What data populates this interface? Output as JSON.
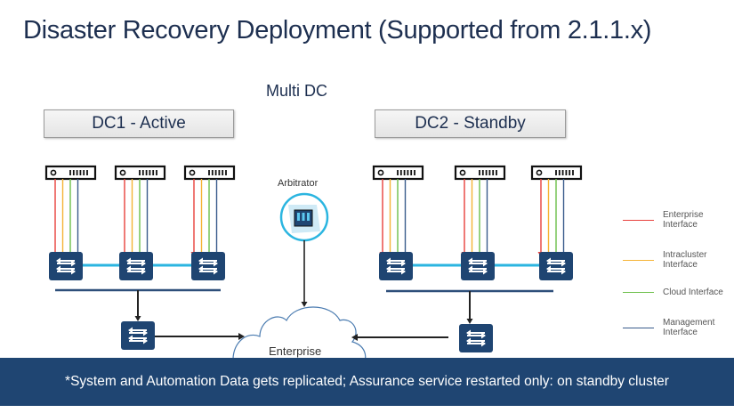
{
  "title": "Disaster Recovery Deployment (Supported from 2.1.1.x)",
  "subtitle": "Multi DC",
  "datacenters": [
    {
      "label": "DC1 - Active",
      "nodes": 3
    },
    {
      "label": "DC2 - Standby",
      "nodes": 3
    }
  ],
  "arbitrator": {
    "label": "Arbitrator"
  },
  "cloud": {
    "label": "Enterprise"
  },
  "legend": [
    {
      "label": "Enterprise Interface",
      "color": "#e8403c"
    },
    {
      "label": "Intracluster Interface",
      "color": "#f5b335"
    },
    {
      "label": "Cloud Interface",
      "color": "#6cbf4a"
    },
    {
      "label": "Management Interface",
      "color": "#3a5c8c"
    }
  ],
  "colors": {
    "switch": "#1f4572",
    "cluster_link": "#2bb5e0",
    "bus": "#2e4f7a",
    "arrow": "#222222",
    "cloud_stroke": "#4a7bb0",
    "footer_bg": "#1f4572"
  },
  "footer": "*System and Automation Data gets replicated; Assurance service restarted only: on standby cluster"
}
